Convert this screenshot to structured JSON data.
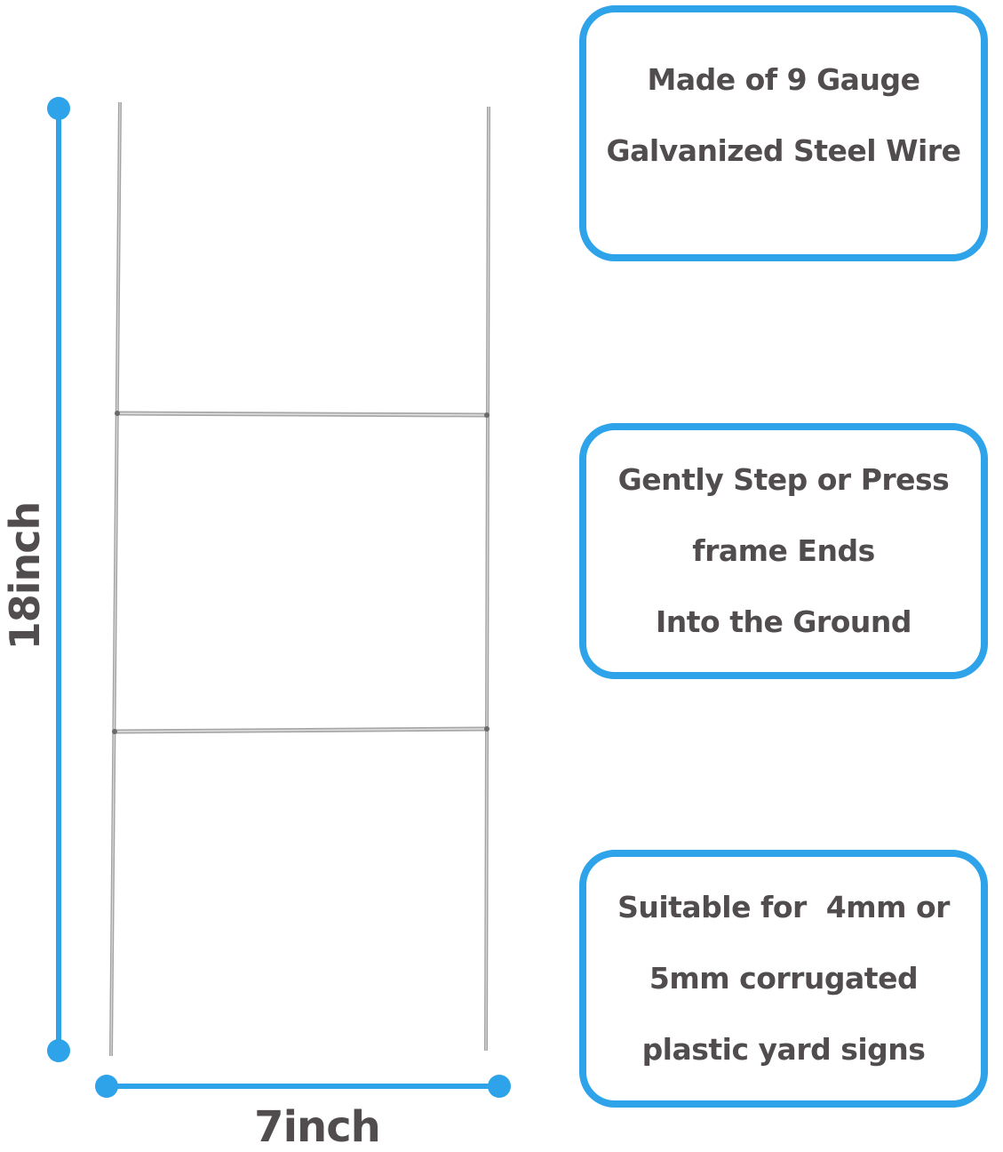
{
  "product": {
    "description": "H-frame wire yard sign stake",
    "dimensions": {
      "height_label": "18inch",
      "width_label": "7inch"
    }
  },
  "colors": {
    "accent": "#2ea3ea",
    "text": "#514d4e",
    "wire": "#9a9a9a"
  },
  "features": [
    {
      "lines": [
        "Made of 9 Gauge",
        "Galvanized Steel Wire"
      ]
    },
    {
      "lines": [
        "Gently Step or Press",
        "frame Ends",
        "Into the Ground"
      ]
    },
    {
      "lines": [
        "Suitable for  4mm or",
        "5mm corrugated",
        "plastic yard signs"
      ]
    }
  ]
}
